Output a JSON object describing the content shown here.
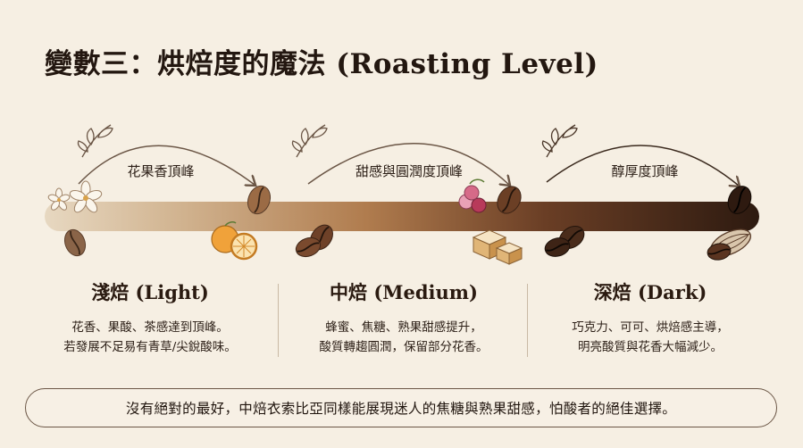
{
  "title": "變數三：烘焙度的魔法 (Roasting Level)",
  "arc_labels": {
    "light": "花果香頂峰",
    "medium": "甜感與圓潤度頂峰",
    "dark": "醇厚度頂峰"
  },
  "levels": {
    "light": {
      "name": "淺焙 (Light)",
      "desc": [
        "花香、果酸、茶感達到頂峰。",
        "若發展不足易有青草/尖銳酸味。"
      ]
    },
    "medium": {
      "name": "中焙 (Medium)",
      "desc": [
        "蜂蜜、焦糖、熟果甜感提升，",
        "酸質轉趨圓潤，保留部分花香。"
      ]
    },
    "dark": {
      "name": "深焙 (Dark)",
      "desc": [
        "巧克力、可可、烘焙感主導，",
        "明亮酸質與花香大幅減少。"
      ]
    }
  },
  "conclusion": "沒有絕對的最好，中焙衣索比亞同樣能展現迷人的焦糖與熟果甜感，怕酸者的絕佳選擇。",
  "colors": {
    "background": "#f6efe3",
    "bar_light": "#dcc9ae",
    "bar_medium": "#b07c4e",
    "bar_dark": "#3b2418",
    "bean_light": "#8a6448",
    "bean_medium": "#6e4128",
    "bean_dark": "#2e1a10",
    "orange": "#f0a23a"
  },
  "icons": [
    "leaf-sprig-icon",
    "flower-icon",
    "coffee-bean-icon",
    "orange-icon",
    "berries-icon",
    "caramel-icon",
    "cacao-pod-icon"
  ]
}
